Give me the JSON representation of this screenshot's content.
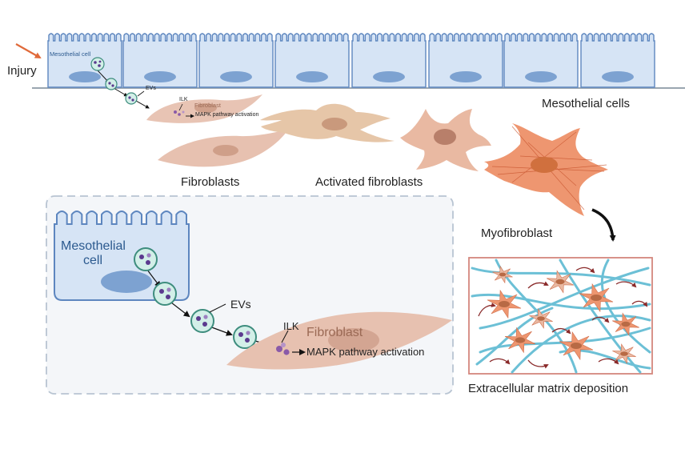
{
  "labels": {
    "injury": "Injury",
    "mesothelial_cell_small": "Mesothelial cell",
    "evs_small": "EVs",
    "ilk_small": "ILK",
    "fibroblast_small": "Fibroblast",
    "mapk_small": "MAPK pathway activation",
    "mesothelial_cells": "Mesothelial cells",
    "fibroblasts": "Fibroblasts",
    "activated_fibroblasts": "Activated fibroblasts",
    "myofibroblast": "Myofibroblast",
    "mesothelial_cell_large_line1": "Mesothelial",
    "mesothelial_cell_large_line2": "cell",
    "evs_large": "EVs",
    "ilk_large": "ILK",
    "fibroblast_large": "Fibroblast",
    "mapk_large": "MAPK pathway activation",
    "ecm": "Extracellular matrix deposition"
  },
  "colors": {
    "mesothelial_fill": "#d6e4f5",
    "mesothelial_stroke": "#5d86bf",
    "nucleus_blue": "#7da2d1",
    "fibroblast_fill": "#e7c1b0",
    "activated_fill": "#e6c6a8",
    "myofibroblast_fill": "#ee9670",
    "ev_fill": "#d3efe8",
    "ev_stroke": "#3e8d7e",
    "ev_dot": "#5b3a8e",
    "ilk_dot": "#8a5aa8",
    "injury_arrow": "#e06a3a",
    "ecm_border": "#d4877d",
    "fiber": "#6cc0d6"
  }
}
